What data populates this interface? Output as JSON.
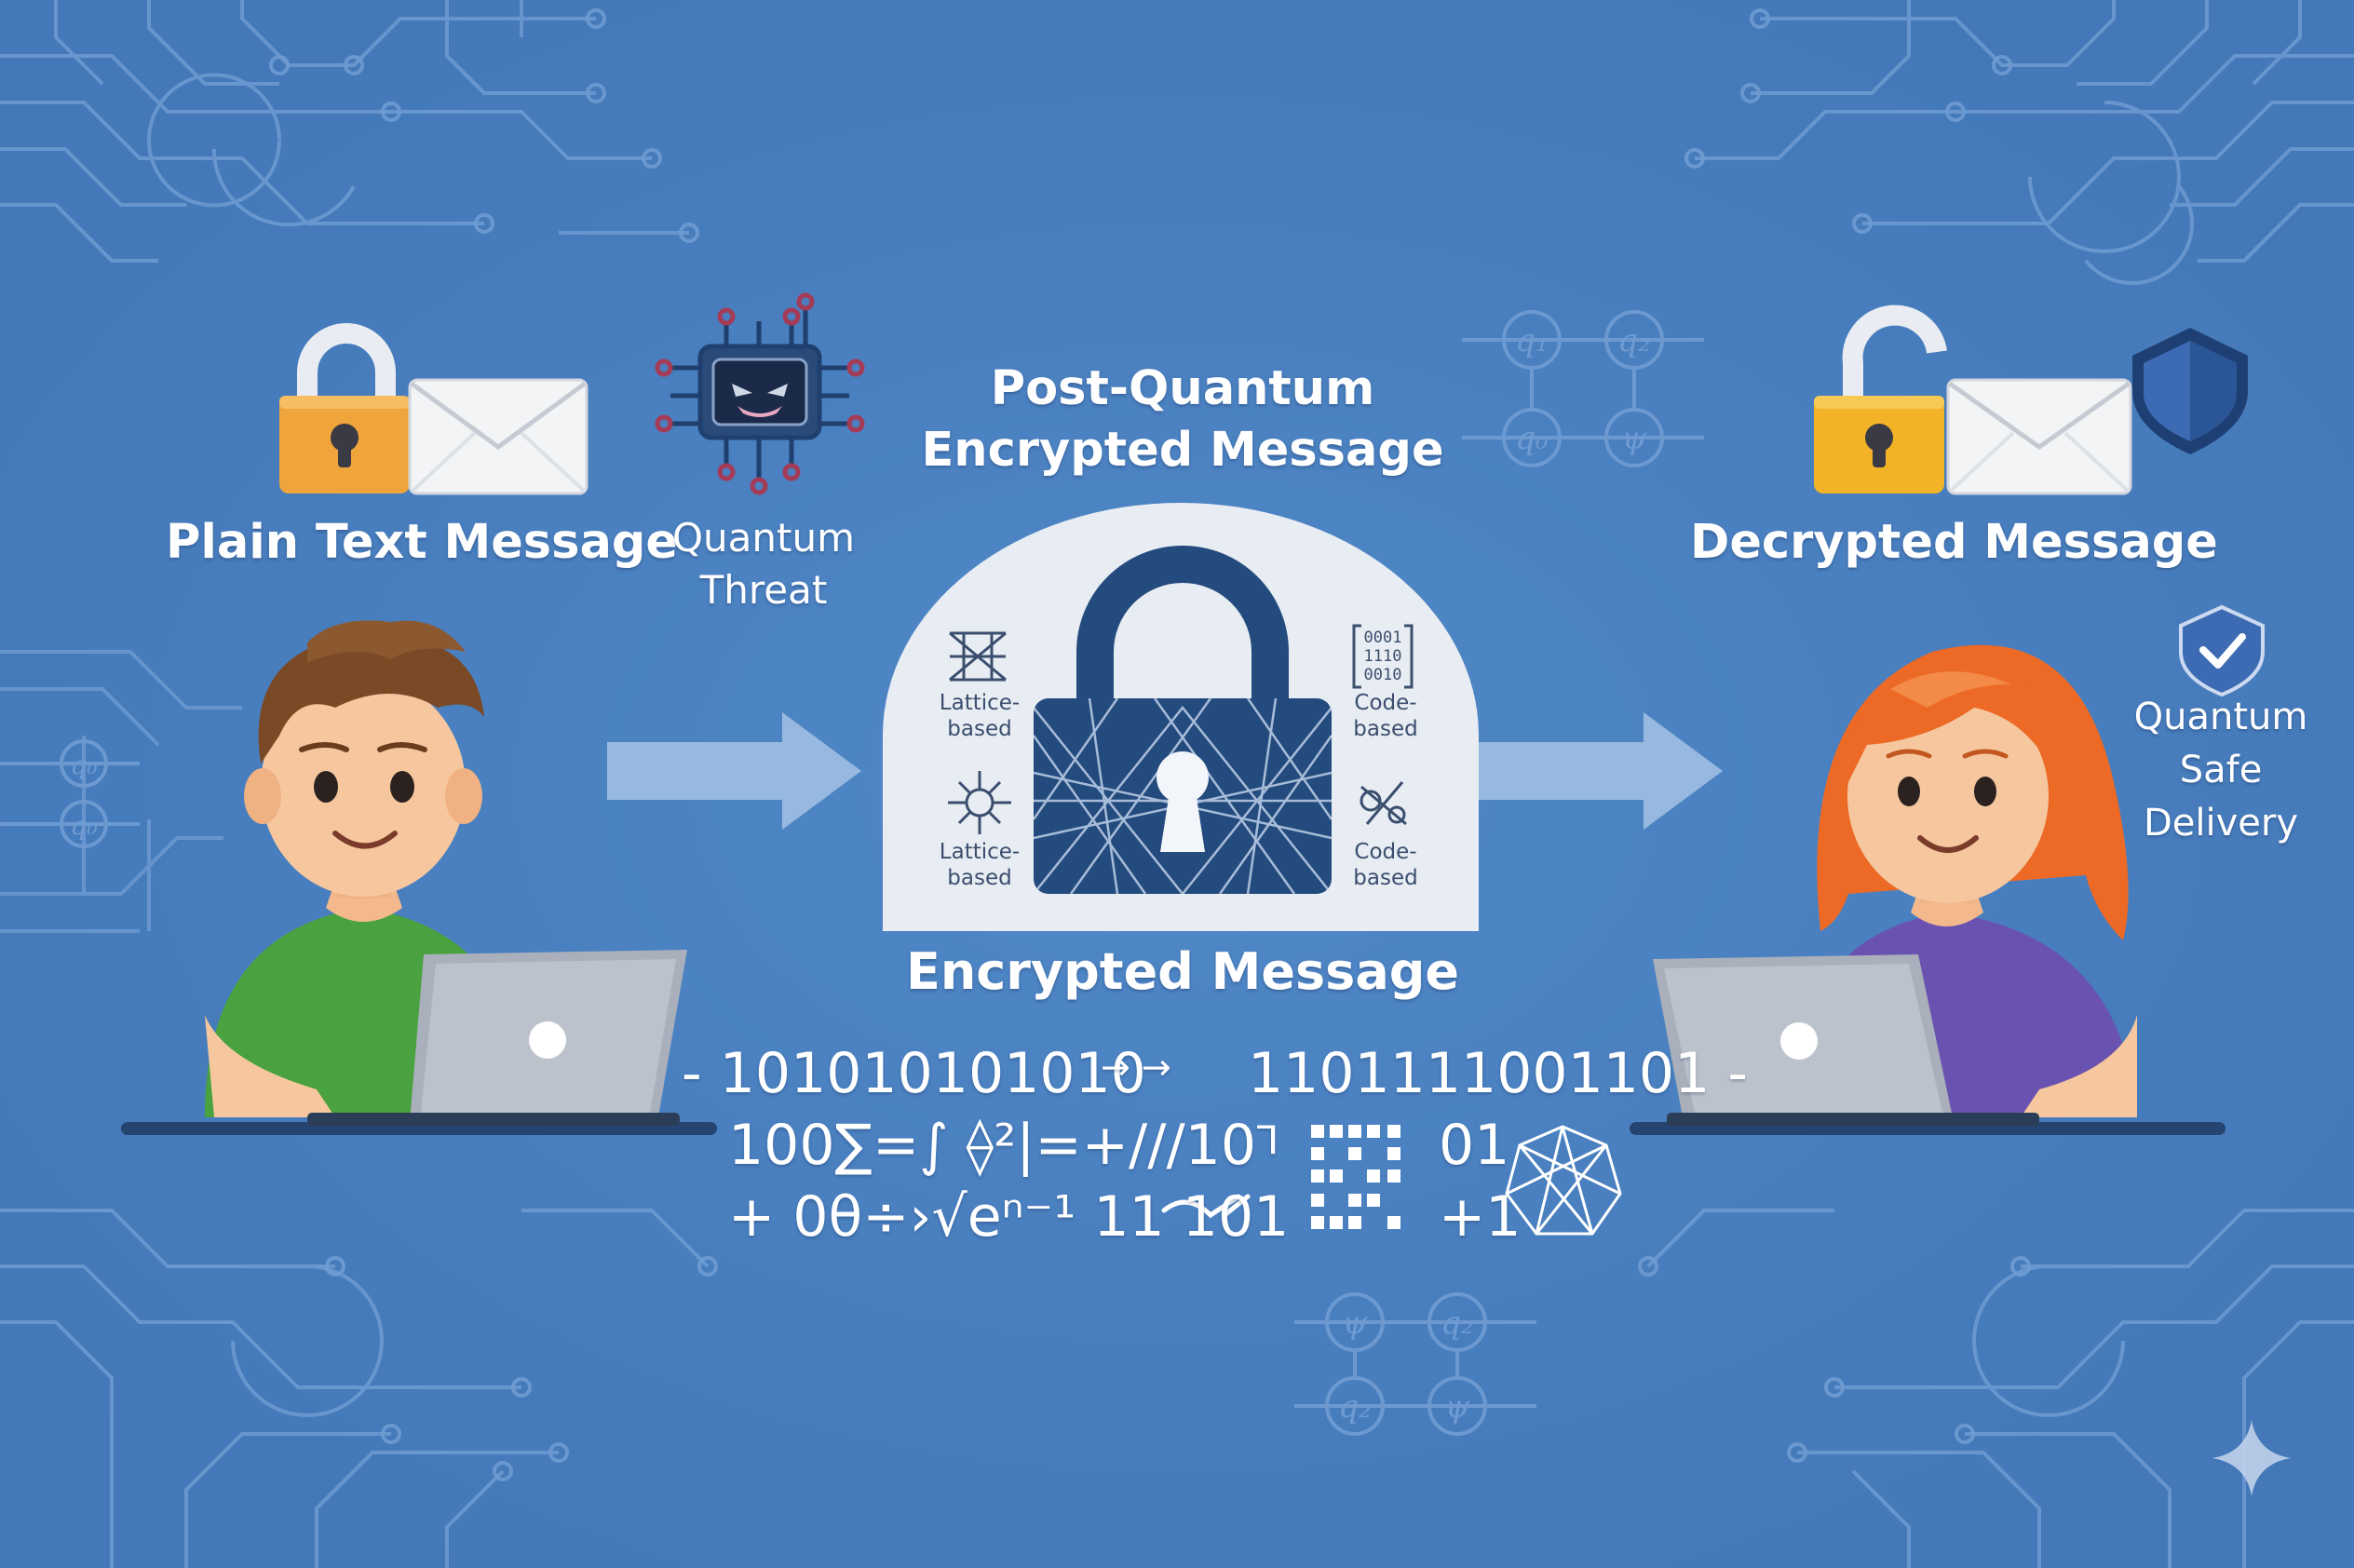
{
  "labels": {
    "plain_text": "Plain Text Message",
    "quantum_threat_line1": "Quantum",
    "quantum_threat_line2": "Threat",
    "pq_line1": "Post-Quantum",
    "pq_line2": "Encrypted Message",
    "encrypted": "Encrypted Message",
    "decrypted": "Decrypted Message",
    "safe_line1": "Quantum",
    "safe_line2": "Safe",
    "safe_line3": "Delivery"
  },
  "lock_methods": {
    "top_left_1": "Lattice-",
    "top_left_2": "based",
    "bottom_left_1": "Lattice-",
    "bottom_left_2": "based",
    "top_right_1": "Code-",
    "top_right_2": "based",
    "bottom_right_1": "Code-",
    "bottom_right_2": "based",
    "binary_1": "0001",
    "binary_2": "1110",
    "binary_3": "0010"
  },
  "math_lines": {
    "line1_left": "- 101010101010",
    "line1_arrows": "→ →",
    "line1_right": "1101111001101 -",
    "line2_left": "100∑=∫ ⟠²|=+///10",
    "line2_mid": "⅂",
    "line2_right": "01",
    "line3_left": "+ 0θ÷›√eⁿ⁻¹ 11 101",
    "line3_right": "+1"
  },
  "qubits": {
    "top_q1": "q₁",
    "top_q2": "q₂",
    "top_q0": "q₀",
    "top_psi": "ψ",
    "bottom_psi1": "ψ",
    "bottom_q2a": "q₂",
    "bottom_q2b": "q₂",
    "bottom_psi2": "ψ",
    "left_q0a": "q₀",
    "left_q0b": "q₀"
  },
  "colors": {
    "background": "#4a7fc0",
    "circuit": "#6f9bd2",
    "lock_navy": "#244b7e",
    "lock_orange": "#f0a43c",
    "lock_yellow": "#f2b328",
    "shield": "#3c6bb3",
    "boy_shirt": "#49a23f",
    "girl_shirt": "#6a52b0",
    "girl_hair": "#ec6a26",
    "boy_hair": "#7a4a26"
  }
}
